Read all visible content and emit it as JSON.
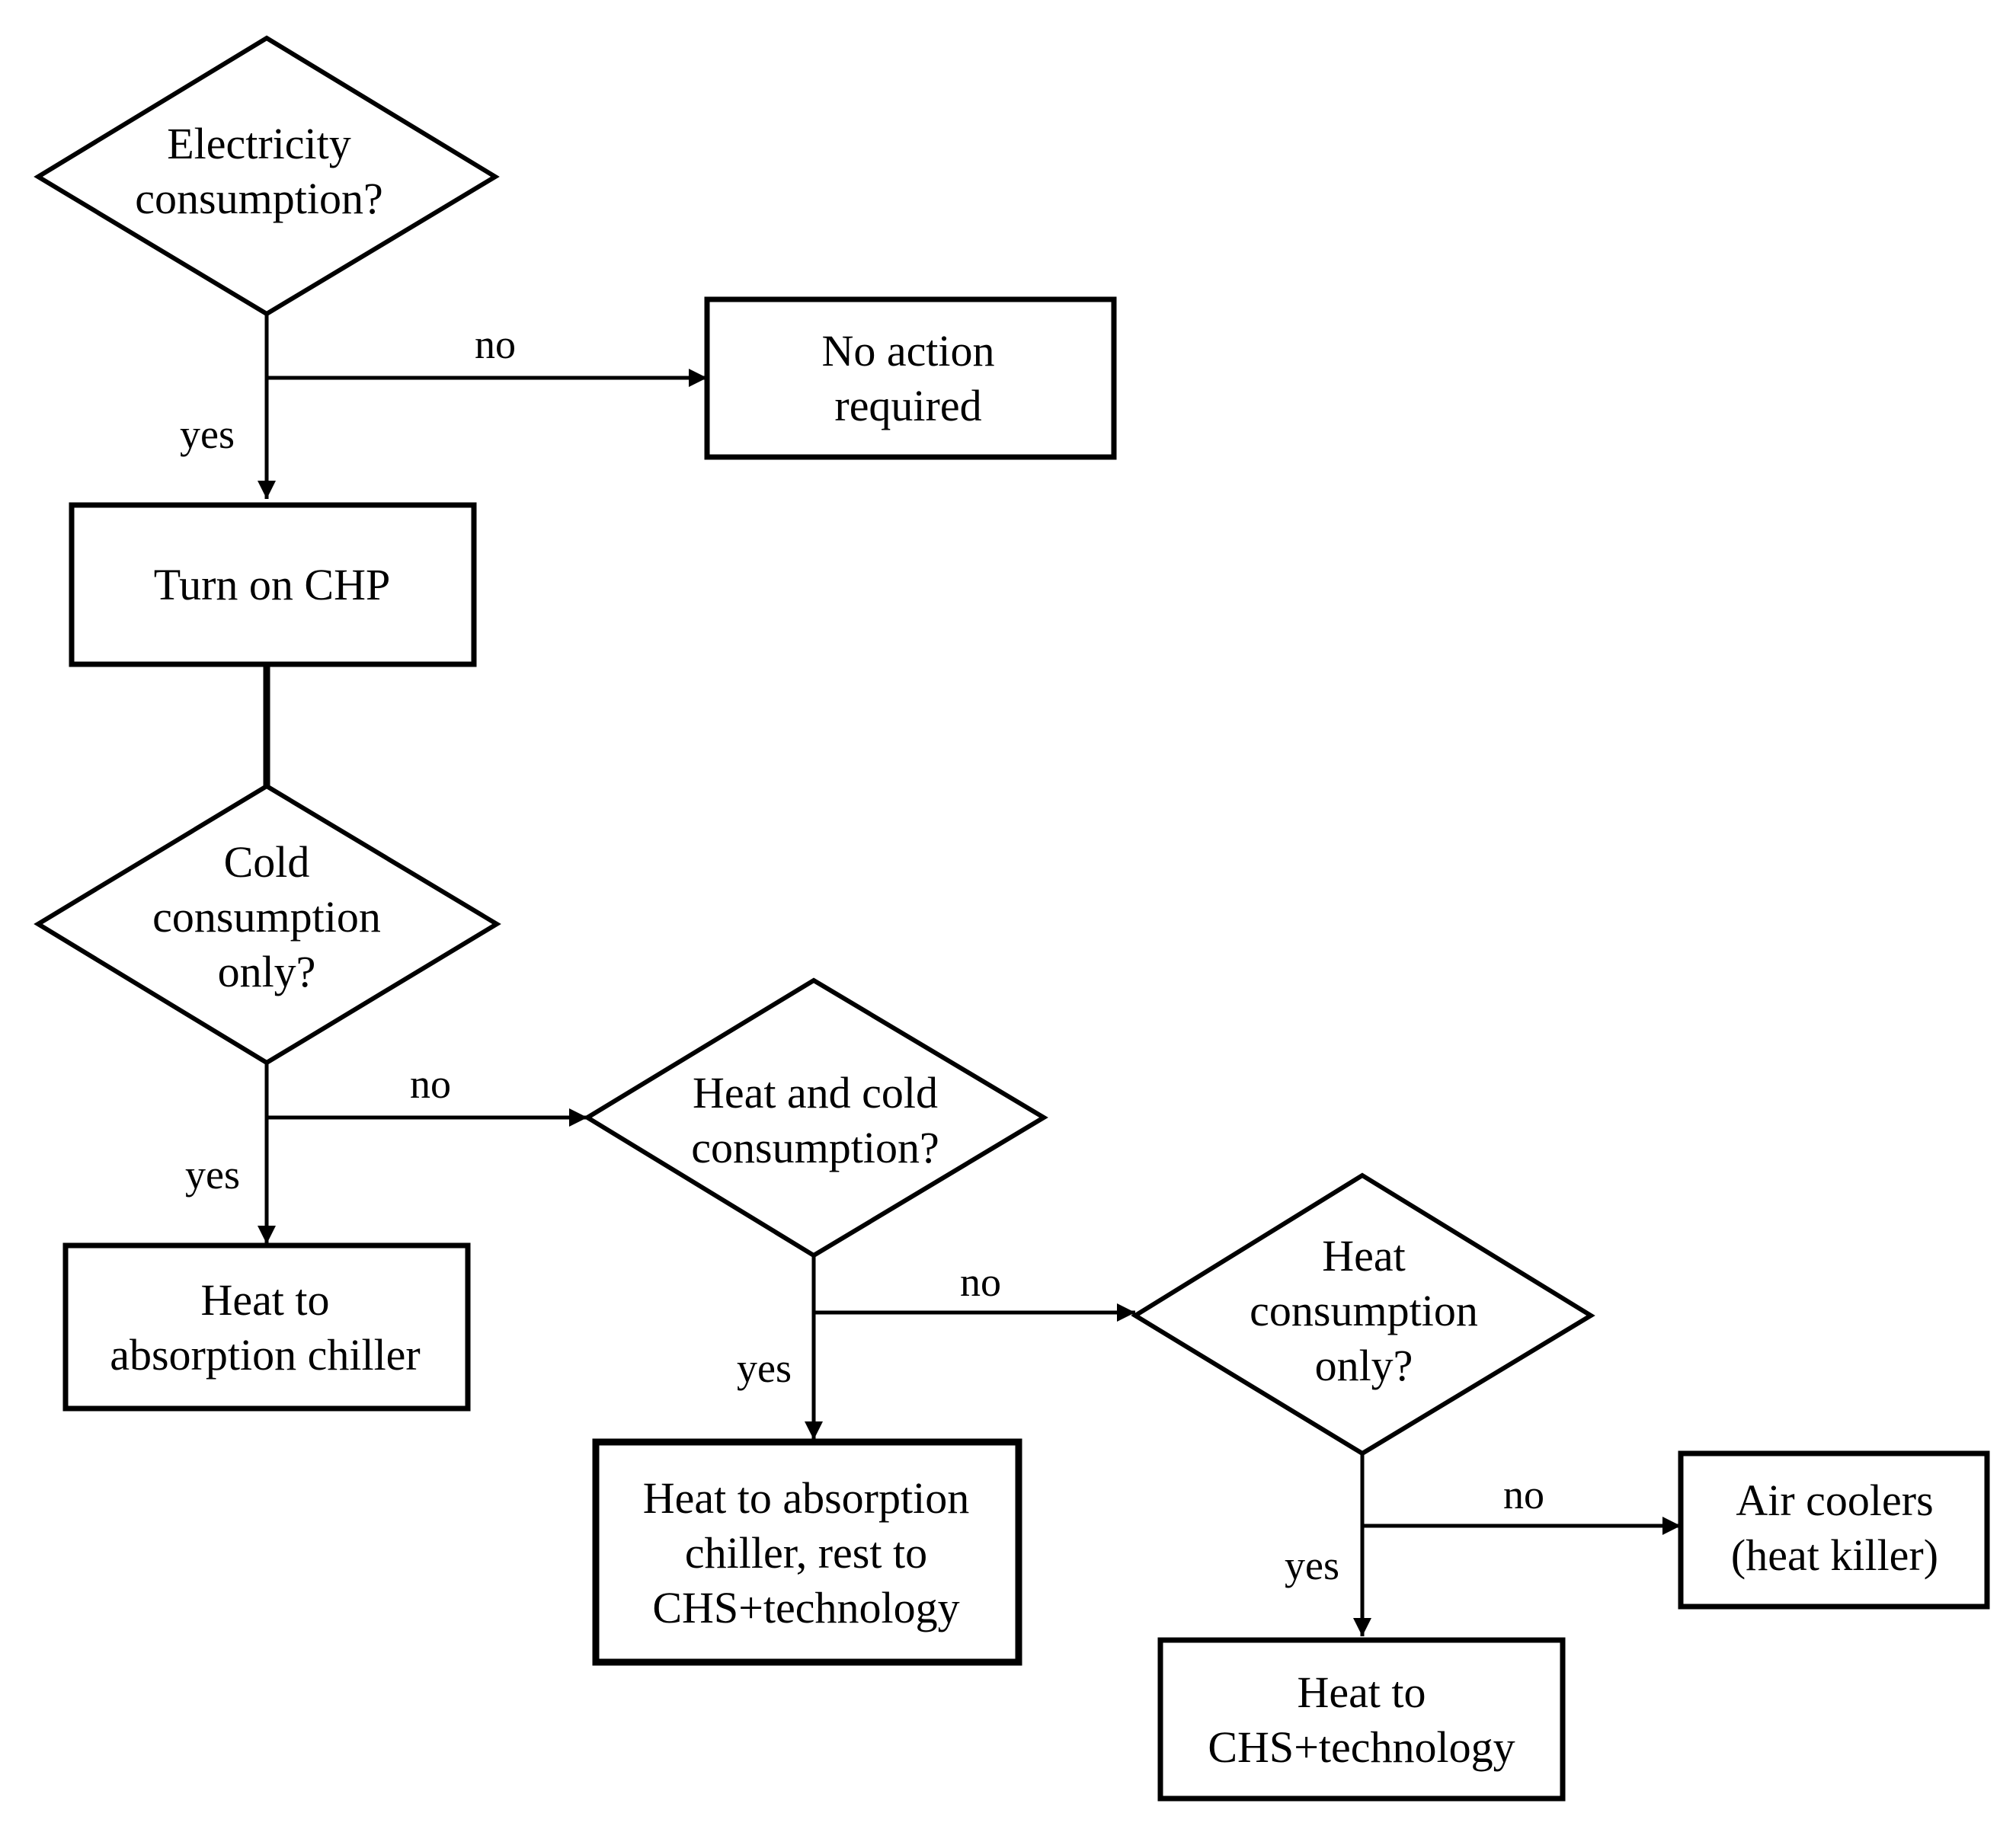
{
  "nodes": {
    "electricity": {
      "lines": [
        "Electricity",
        "consumption?"
      ]
    },
    "no_action": {
      "lines": [
        "No action",
        "required"
      ]
    },
    "turn_on_chp": {
      "lines": [
        "Turn on CHP"
      ]
    },
    "cold_only": {
      "lines": [
        "Cold",
        "consumption",
        "only?"
      ]
    },
    "heat_and_cold": {
      "lines": [
        "Heat and cold",
        "consumption?"
      ]
    },
    "heat_to_absorption": {
      "lines": [
        "Heat to",
        "absorption chiller"
      ]
    },
    "heat_only": {
      "lines": [
        "Heat",
        "consumption",
        "only?"
      ]
    },
    "heat_absorption_rest": {
      "lines": [
        "Heat to absorption",
        "chiller, rest to",
        "CHS+technology"
      ]
    },
    "air_coolers": {
      "lines": [
        "Air coolers",
        "(heat killer)"
      ]
    },
    "heat_to_chs": {
      "lines": [
        "Heat to",
        "CHS+technology"
      ]
    }
  },
  "edges": {
    "e1_no": "no",
    "e1_yes": "yes",
    "e2_no": "no",
    "e2_yes": "yes",
    "e3_no": "no",
    "e3_yes": "yes",
    "e4_no": "no",
    "e4_yes": "yes"
  }
}
